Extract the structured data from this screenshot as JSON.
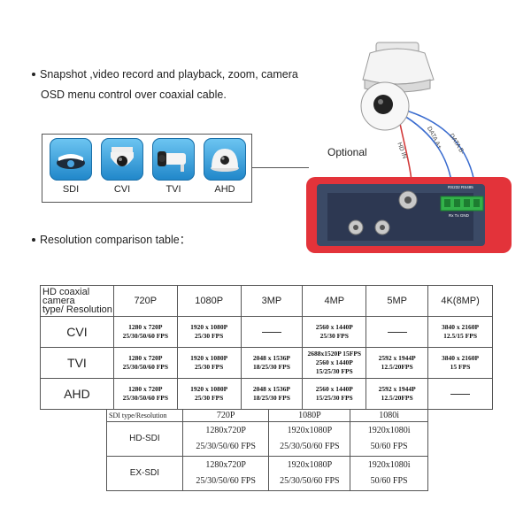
{
  "intro": {
    "line1": "Snapshot ,video record and playback, zoom, camera",
    "line2": "OSD menu control over coaxial cable."
  },
  "optional_label": "Optional",
  "cable_labels": {
    "hd_in": "HD IN",
    "data_a": "DATA A+",
    "data_b": "DATA B-"
  },
  "device_labels": {
    "rs485": "RS232   RS485",
    "terminal": "Rx Tx GND"
  },
  "icons": [
    {
      "label": "SDI",
      "icon": "sdi-camera-icon"
    },
    {
      "label": "CVI",
      "icon": "cvi-dome-camera-icon"
    },
    {
      "label": "TVI",
      "icon": "tvi-bullet-camera-icon"
    },
    {
      "label": "AHD",
      "icon": "ahd-dome-camera-icon"
    }
  ],
  "resolution_title": "Resolution comparison table：",
  "table1": {
    "corner_line1": "HD coaxial camera",
    "corner_line2": "type/ Resolution",
    "headers": [
      "720P",
      "1080P",
      "3MP",
      "4MP",
      "5MP",
      "4K(8MP)"
    ],
    "rows": [
      {
        "name": "CVI",
        "cells": [
          [
            "1280 x 720P",
            "25/30/50/60 FPS"
          ],
          [
            "1920 x 1080P",
            "25/30 FPS"
          ],
          [],
          [
            "2560 x 1440P",
            "25/30 FPS"
          ],
          [],
          [
            "3840 x 2160P",
            "12.5/15 FPS"
          ]
        ]
      },
      {
        "name": "TVI",
        "cells": [
          [
            "1280 x 720P",
            "25/30/50/60 FPS"
          ],
          [
            "1920 x 1080P",
            "25/30 FPS"
          ],
          [
            "2048 x 1536P",
            "18/25/30 FPS"
          ],
          [
            "2688x1520P 15FPS",
            "2560 x 1440P",
            "15/25/30 FPS"
          ],
          [
            "2592 x 1944P",
            "12.5/20FPS"
          ],
          [
            "3840 x 2160P",
            "15 FPS"
          ]
        ]
      },
      {
        "name": "AHD",
        "cells": [
          [
            "1280 x 720P",
            "25/30/50/60 FPS"
          ],
          [
            "1920 x 1080P",
            "25/30 FPS"
          ],
          [
            "2048 x 1536P",
            "18/25/30 FPS"
          ],
          [
            "2560 x 1440P",
            "15/25/30 FPS"
          ],
          [
            "2592 x 1944P",
            "12.5/20FPS"
          ],
          []
        ]
      }
    ]
  },
  "table2": {
    "corner": "SDI type/Resolution",
    "headers": [
      "720P",
      "1080P",
      "1080i"
    ],
    "rows": [
      {
        "name": "HD-SDI",
        "cells": [
          [
            "1280x720P",
            "25/30/50/60 FPS"
          ],
          [
            "1920x1080P",
            "25/30/50/60 FPS"
          ],
          [
            "1920x1080i",
            "50/60 FPS"
          ]
        ]
      },
      {
        "name": "EX-SDI",
        "cells": [
          [
            "1280x720P",
            "25/30/50/60 FPS"
          ],
          [
            "1920x1080P",
            "25/30/50/60 FPS"
          ],
          [
            "1920x1080i",
            "50/60 FPS"
          ]
        ]
      }
    ]
  }
}
